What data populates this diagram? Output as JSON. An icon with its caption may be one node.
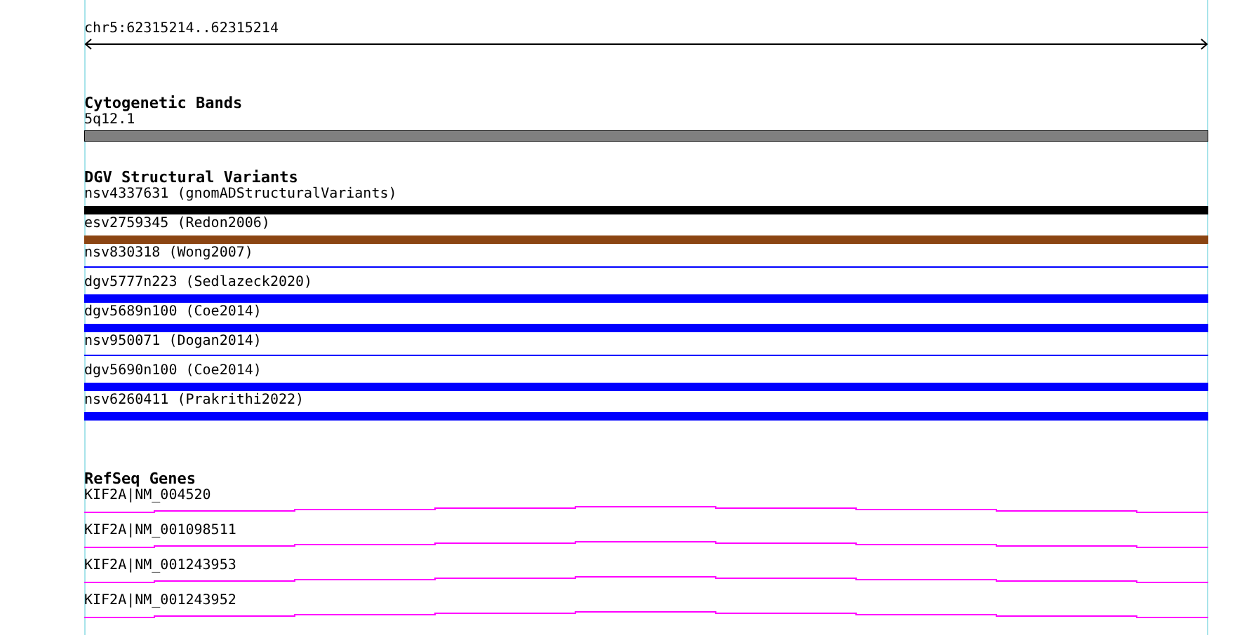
{
  "diagram": {
    "nodes": [
      {
        "text": [
          "5q12.1"
        ]
      },
      {
        "text": [
          "nsv4337631 (gnomADStructuralVariants)"
        ]
      },
      {
        "text": [
          "esv2759345 (Redon2006)"
        ]
      },
      {
        "text": [
          "nsv830318 (Wong2007)"
        ]
      },
      {
        "text": [
          "dgv5777n223 (Sedlazeck2020)"
        ]
      },
      {
        "text": [
          "dgv5689n100 (Coe2014)"
        ]
      },
      {
        "text": [
          "nsv950071 (Dogan2014)"
        ]
      },
      {
        "text": [
          "dgv5690n100 (Coe2014)"
        ]
      },
      {
        "text": [
          "nsv6260411 (Prakrithi2022)"
        ]
      },
      {
        "text": [
          "KIF2A|NM_004520"
        ]
      },
      {
        "text": [
          "KIF2A|NM_001098511"
        ]
      },
      {
        "text": [
          "KIF2A|NM_001243953"
        ]
      },
      {
        "text": [
          "KIF2A|NM_001243952"
        ]
      }
    ],
    "labels": [
      "chr5:62315214..62315214",
      "Cytogenetic Bands",
      "DGV Structural Variants",
      "RefSeq Genes"
    ]
  }
}
